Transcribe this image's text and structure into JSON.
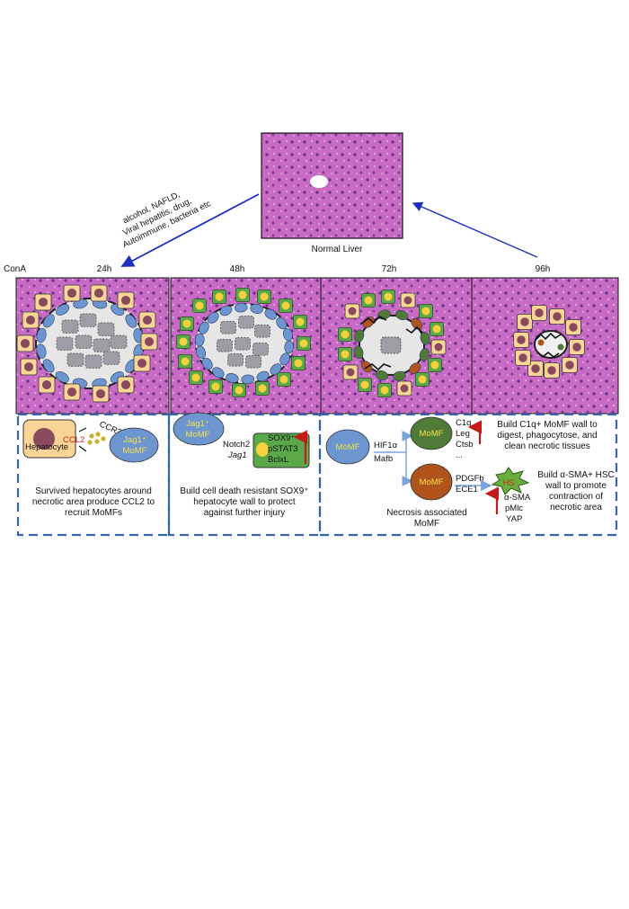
{
  "top": {
    "normal_liver_label": "Normal Liver",
    "causes": [
      "alcohol, NAFLD,",
      "Viral hepatitis, drug,",
      "Autoimmune, bacteria etc"
    ]
  },
  "timeline": {
    "row_label": "ConA",
    "times": [
      "24h",
      "48h",
      "72h",
      "96h"
    ]
  },
  "panel_24h": {
    "hepatocyte_label": "Hepatocyte",
    "ccl2": "CCL2",
    "ccr2": "CCR2",
    "momf_line1": "Jag1⁺",
    "momf_line2": "MoMF",
    "caption": [
      "Survived hepatocytes around",
      "necrotic area produce CCL2 to",
      "recruit  MoMFs"
    ]
  },
  "panel_48h": {
    "momf_line1": "Jag1⁺",
    "momf_line2": "MoMF",
    "notch2": "Notch2",
    "jag1": "Jag1",
    "markers": [
      "SOX9⁺",
      "pSTAT3",
      "BclxL"
    ],
    "caption": [
      "Build cell death resistant SOX9⁺",
      "hepatocyte wall to protect",
      "against further injury"
    ]
  },
  "panel_72_96h": {
    "momf_label": "MoMF",
    "factors": [
      "HIF1α",
      "Mafb"
    ],
    "upper_momf_label": "MoMF",
    "upper_markers": [
      "C1q",
      "Leg",
      "Ctsb",
      "..."
    ],
    "upper_caption": [
      "Build C1q+ MoMF wall to",
      "digest, phagocytose, and",
      "clean necrotic tissues"
    ],
    "lower_momf_label": "MoMF",
    "lower_signals": [
      "PDGFb",
      "ECE1"
    ],
    "hsc_label": "HS",
    "hsc_markers": [
      "α-SMA",
      "pMlc",
      "YAP"
    ],
    "lower_caption": [
      "Build α-SMA+ HSC",
      "wall to promote",
      "contraction of",
      "necrotic area"
    ],
    "bottom_caption": [
      "Necrosis associated",
      "MoMF"
    ]
  },
  "colors": {
    "tissue": "#c96cc6",
    "hepatocyte_fill": "#f8d597",
    "hepatocyte_nucleus": "#8a4a5e",
    "momf_blue": "#6d96d0",
    "sox9_green": "#5aa84a",
    "c1q_momf_green": "#4f7a38",
    "necrosis_momf_brown": "#b0541d",
    "ccl2_red": "#d42020",
    "arrow_blue": "#1c2fbf",
    "dash_blue": "#3566ad",
    "up_arrow_red": "#c41a1a"
  }
}
